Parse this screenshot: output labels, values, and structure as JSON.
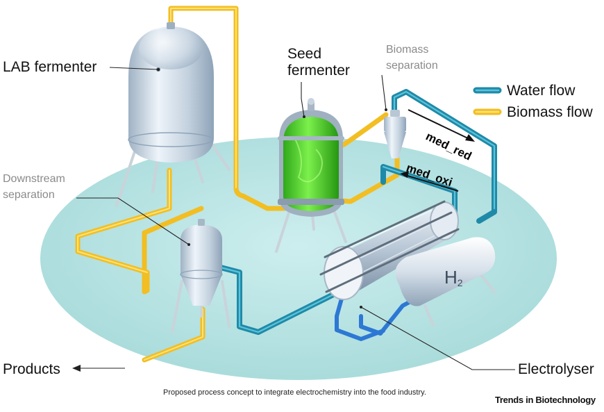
{
  "labels": {
    "lab_fermenter": "LAB fermenter",
    "seed_fermenter_line1": "Seed",
    "seed_fermenter_line2": "fermenter",
    "biomass_separation_line1": "Biomass",
    "biomass_separation_line2": "separation",
    "downstream_separation_line1": "Downstream",
    "downstream_separation_line2": "separation",
    "products": "Products",
    "electrolyser": "Electrolyser",
    "med_red": "med_red",
    "med_oxi": "med_oxi",
    "h2_tank": "H",
    "h2_subscript": "2"
  },
  "legend": {
    "water_flow": "Water flow",
    "biomass_flow": "Biomass flow"
  },
  "caption": "Proposed process concept to integrate electrochemistry into the food industry.",
  "journal": "Trends in Biotechnology",
  "colors": {
    "water_flow": "#1f8aa8",
    "biomass_flow": "#f2be22",
    "platform": "#bfe6e6",
    "seed_liquid": "#49d12a",
    "electrolyser_pipe": "#2c78d4"
  },
  "icons": {
    "arrow_out": "arrow-left-icon",
    "flow_arrow": "arrow-icon"
  }
}
